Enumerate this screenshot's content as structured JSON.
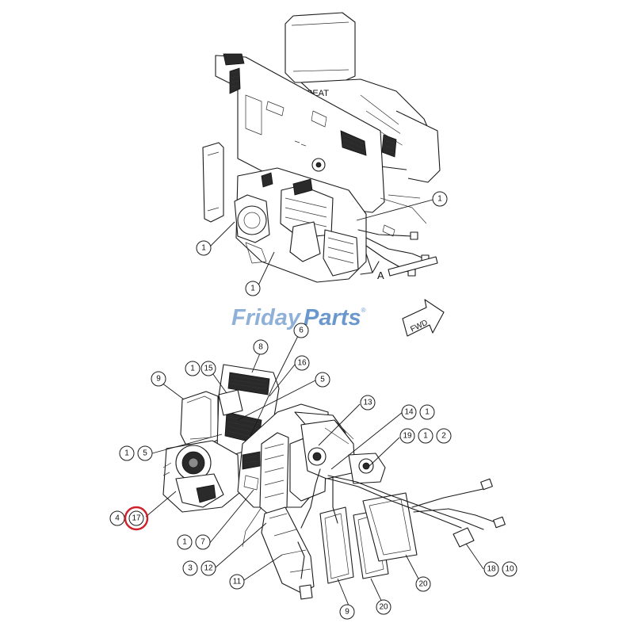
{
  "watermark": {
    "word1": "Friday",
    "word2": "Parts",
    "mark": "®"
  },
  "labels": {
    "seat": "SEAT",
    "fwd": "FWD",
    "view": "A"
  },
  "callouts": {
    "top_1a": "1",
    "top_1b": "1",
    "top_1c": "1",
    "c6": "6",
    "c8": "8",
    "c9_top": "9",
    "c1_15a": "1",
    "c15": "15",
    "c16": "16",
    "c5_top": "5",
    "c13": "13",
    "c14": "14",
    "c1_14": "1",
    "c19": "19",
    "c1_19": "1",
    "c2": "2",
    "c1_5": "1",
    "c5": "5",
    "c4": "4",
    "c17": "17",
    "c1_7": "1",
    "c7": "7",
    "c3": "3",
    "c12": "12",
    "c11": "11",
    "c9_bottom": "9",
    "c20_a": "20",
    "c20_b": "20",
    "c18": "18",
    "c10": "10"
  },
  "highlight_color": "#d0202a",
  "watermark_colors": {
    "light": "#8fb1d8",
    "dark": "#6a98cc"
  }
}
